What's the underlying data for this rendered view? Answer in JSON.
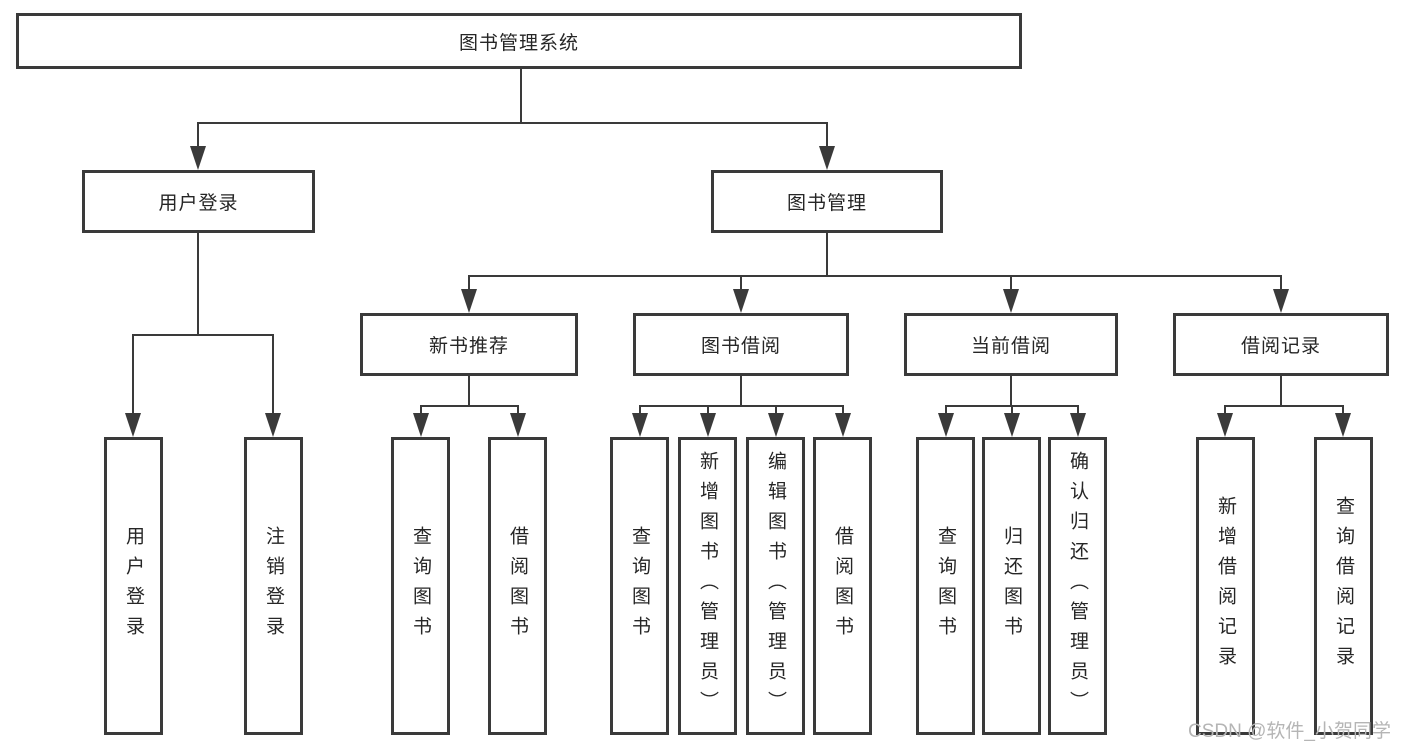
{
  "colors": {
    "line": "#3a3a3a",
    "text": "#262626",
    "background": "#ffffff",
    "watermark": "#b5b5b5"
  },
  "tree": {
    "root": {
      "label": "图书管理系统",
      "children": [
        {
          "label": "用户登录",
          "children": [
            {
              "label": "用户登录"
            },
            {
              "label": "注销登录"
            }
          ]
        },
        {
          "label": "图书管理",
          "children": [
            {
              "label": "新书推荐",
              "children": [
                {
                  "label": "查询图书"
                },
                {
                  "label": "借阅图书"
                }
              ]
            },
            {
              "label": "图书借阅",
              "children": [
                {
                  "label": "查询图书"
                },
                {
                  "label": "新增图书（管理员）"
                },
                {
                  "label": "编辑图书（管理员）"
                },
                {
                  "label": "借阅图书"
                }
              ]
            },
            {
              "label": "当前借阅",
              "children": [
                {
                  "label": "查询图书"
                },
                {
                  "label": "归还图书"
                },
                {
                  "label": "确认归还（管理员）"
                }
              ]
            },
            {
              "label": "借阅记录",
              "children": [
                {
                  "label": "新增借阅记录"
                },
                {
                  "label": "查询借阅记录"
                }
              ]
            }
          ]
        }
      ]
    }
  },
  "watermark": {
    "text": "CSDN @软件_小贺同学"
  }
}
